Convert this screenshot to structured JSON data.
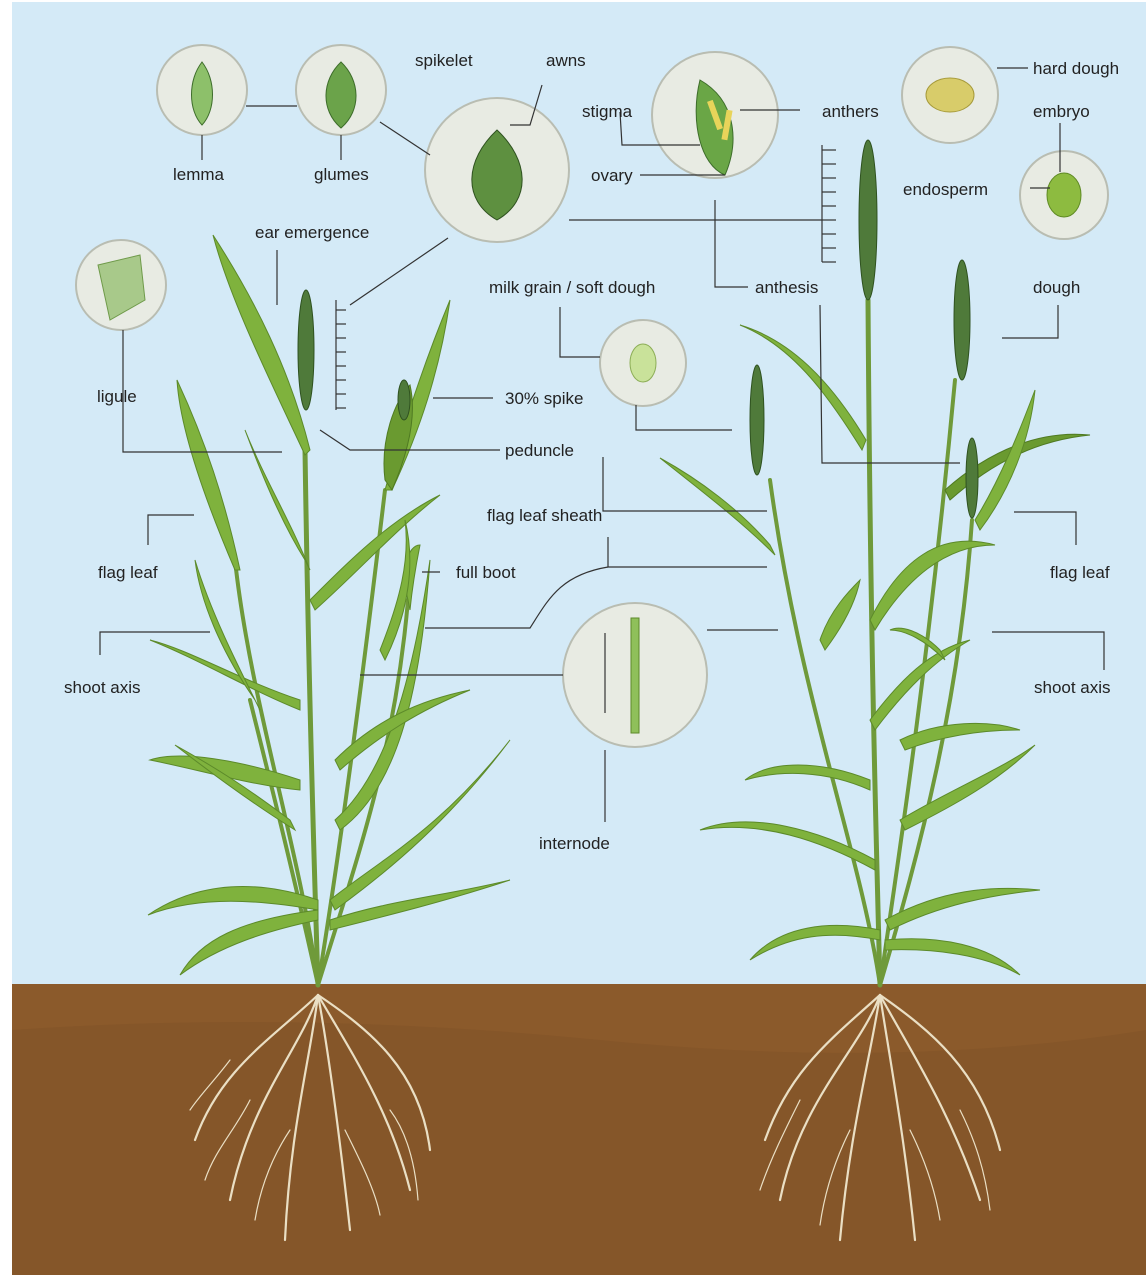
{
  "labels": {
    "spikelet": "spikelet",
    "awns": "awns",
    "lemma": "lemma",
    "glumes": "glumes",
    "stigma": "stigma",
    "anthers": "anthers",
    "ovary": "ovary",
    "hard_dough": "hard dough",
    "embryo": "embryo",
    "endosperm": "endosperm",
    "dough": "dough",
    "anthesis": "anthesis",
    "ear_emergence": "ear emergence",
    "milk_grain": "milk grain / soft dough",
    "ligule": "ligule",
    "spike_30": "30% spike",
    "peduncle": "peduncle",
    "flag_leaf_sheath": "flag leaf sheath",
    "flag_leaf_left": "flag leaf",
    "full_boot": "full boot",
    "flag_leaf_right": "flag leaf",
    "shoot_axis_left": "shoot axis",
    "shoot_axis_right": "shoot axis",
    "internode": "internode"
  },
  "colors": {
    "sky": "#d4eaf7",
    "soil": "#8b5a2b",
    "leaf": "#7fb23d",
    "root": "#eadfc4",
    "inset": "#e8ebe3"
  }
}
